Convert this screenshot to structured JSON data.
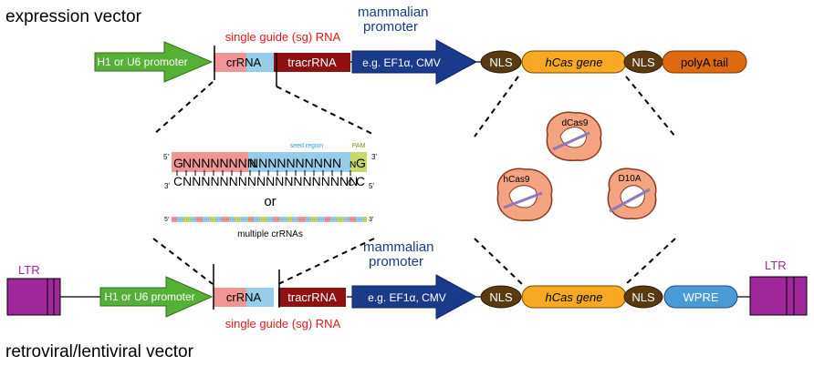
{
  "titles": {
    "top": "expression vector",
    "bottom": "retroviral/lentiviral vector"
  },
  "top_row": {
    "promoter1": "H1 or U6 promoter",
    "sg_label": "single guide (sg) RNA",
    "crRNA": "crRNA",
    "tracrRNA": "tracrRNA",
    "mamm_line1": "mammalian",
    "mamm_line2": "promoter",
    "mamm_arrow": "e.g. EF1α, CMV",
    "nls1": "NLS",
    "gene": "hCas gene",
    "nls2": "NLS",
    "tail": "polyA tail"
  },
  "bottom_row": {
    "ltr_left": "LTR",
    "ltr_right": "LTR",
    "promoter1": "H1 or U6 promoter",
    "crRNA": "crRNA",
    "tracrRNA": "tracrRNA",
    "sg_label": "single guide (sg) RNA",
    "mamm_line1": "mammalian",
    "mamm_line2": "promoter",
    "mamm_arrow": "e.g. EF1α, CMV",
    "nls1": "NLS",
    "gene": "hCas gene",
    "nls2": "NLS",
    "wpre": "WPRE"
  },
  "detail": {
    "seed_region": "seed region",
    "pam": "PAM",
    "five_prime": "5'",
    "three_prime": "3'",
    "top_seq_g": "G",
    "top_seq_n1": "NNNNNNNN",
    "top_seq_n2": "NNNNNNNNNN",
    "top_seq_pam_n": "N",
    "top_seq_pam_g": "G",
    "bottom_seq_body": "CNNNNNNNNNNNNNNNNNNN",
    "bottom_seq_c": "C",
    "top_seq_pam_g2": "G",
    "or": "or",
    "multiple": "multiple crRNAs"
  },
  "proteins": {
    "dcas9": "dCas9",
    "hcas9": "hCas9",
    "d10a": "D10A"
  },
  "colors": {
    "green": "#55b035",
    "crRNA_pink": "#ef9595",
    "crRNA_blue": "#96cdea",
    "tracr_red": "#8e1010",
    "navy": "#1a3a8c",
    "brown_nls": "#5a3a10",
    "gene_orange": "#f8a823",
    "tail_orange": "#de6a10",
    "ltr_purple": "#a0289a",
    "wpre_blue": "#4a9ad8",
    "red_text": "#e01818",
    "seed_blue": "#29a3dc",
    "pam_olive": "#8c8a20",
    "protein_fill": "#f4a480"
  }
}
